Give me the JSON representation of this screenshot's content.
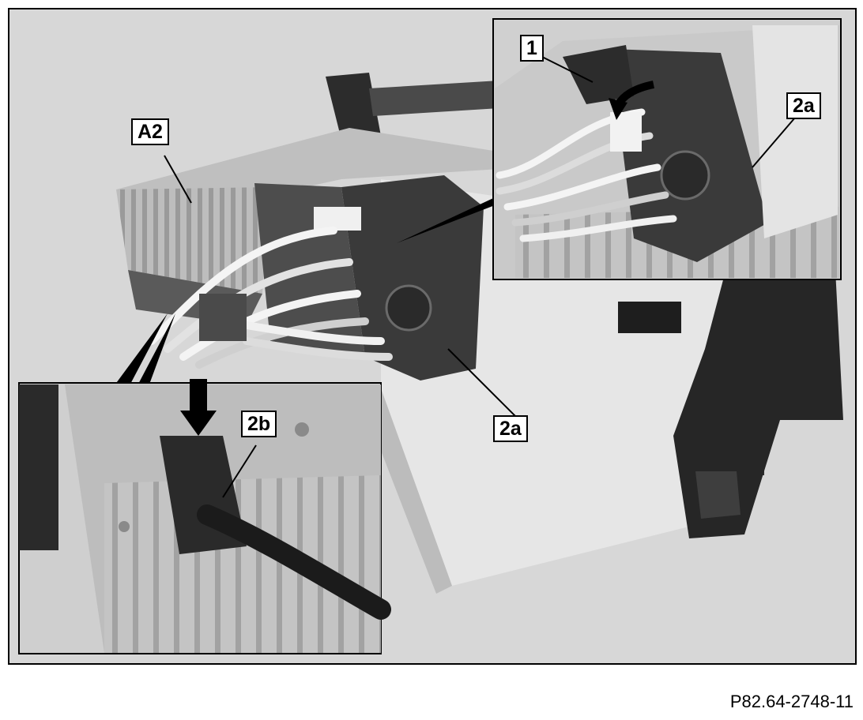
{
  "labels": {
    "a2": "A2",
    "one": "1",
    "two_a_inset": "2a",
    "two_a_main": "2a",
    "two_b": "2b"
  },
  "caption": "P82.64-2748-11"
}
